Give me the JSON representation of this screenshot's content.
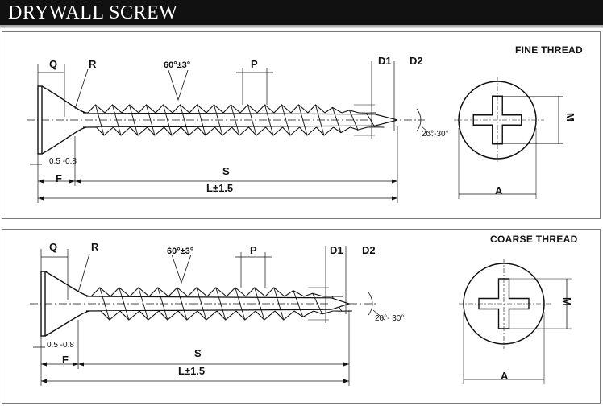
{
  "header": {
    "title": "DRYWALL SCREW"
  },
  "panels": {
    "fine": {
      "thread_type": "FINE THREAD",
      "labels": {
        "q": "Q",
        "r": "R",
        "angle": "60°±3°",
        "p": "P",
        "d1": "D1",
        "d2": "D2",
        "m": "M",
        "tip_angle": "20°-30°",
        "range": "0.5 -0.8",
        "f": "F",
        "s": "S",
        "l": "L±1.5",
        "a": "A"
      }
    },
    "coarse": {
      "thread_type": "COARSE THREAD",
      "labels": {
        "q": "Q",
        "r": "R",
        "angle": "60°±3°",
        "p": "P",
        "d1": "D1",
        "d2": "D2",
        "m": "M",
        "tip_angle": "20°- 30°",
        "range": "0.5 -0.8",
        "f": "F",
        "s": "S",
        "l": "L±1.5",
        "a": "A"
      }
    }
  },
  "colors": {
    "header_bg": "#111111",
    "header_text": "#ffffff",
    "line": "#111111"
  }
}
